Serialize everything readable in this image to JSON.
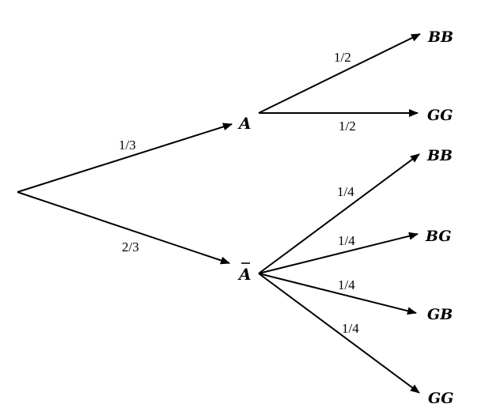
{
  "nodes": {
    "A": "A",
    "A_bar": "A",
    "A_BB": "BB",
    "A_GG": "GG",
    "Abar_BB": "BB",
    "Abar_BG": "BG",
    "Abar_GB": "GB",
    "Abar_GG": "GG"
  },
  "probabilities": {
    "root_A": "1/3",
    "root_Abar": "2/3",
    "A_BB": "1/2",
    "A_GG": "1/2",
    "Abar_BB": "1/4",
    "Abar_BG": "1/4",
    "Abar_GB": "1/4",
    "Abar_GG": "1/4"
  }
}
